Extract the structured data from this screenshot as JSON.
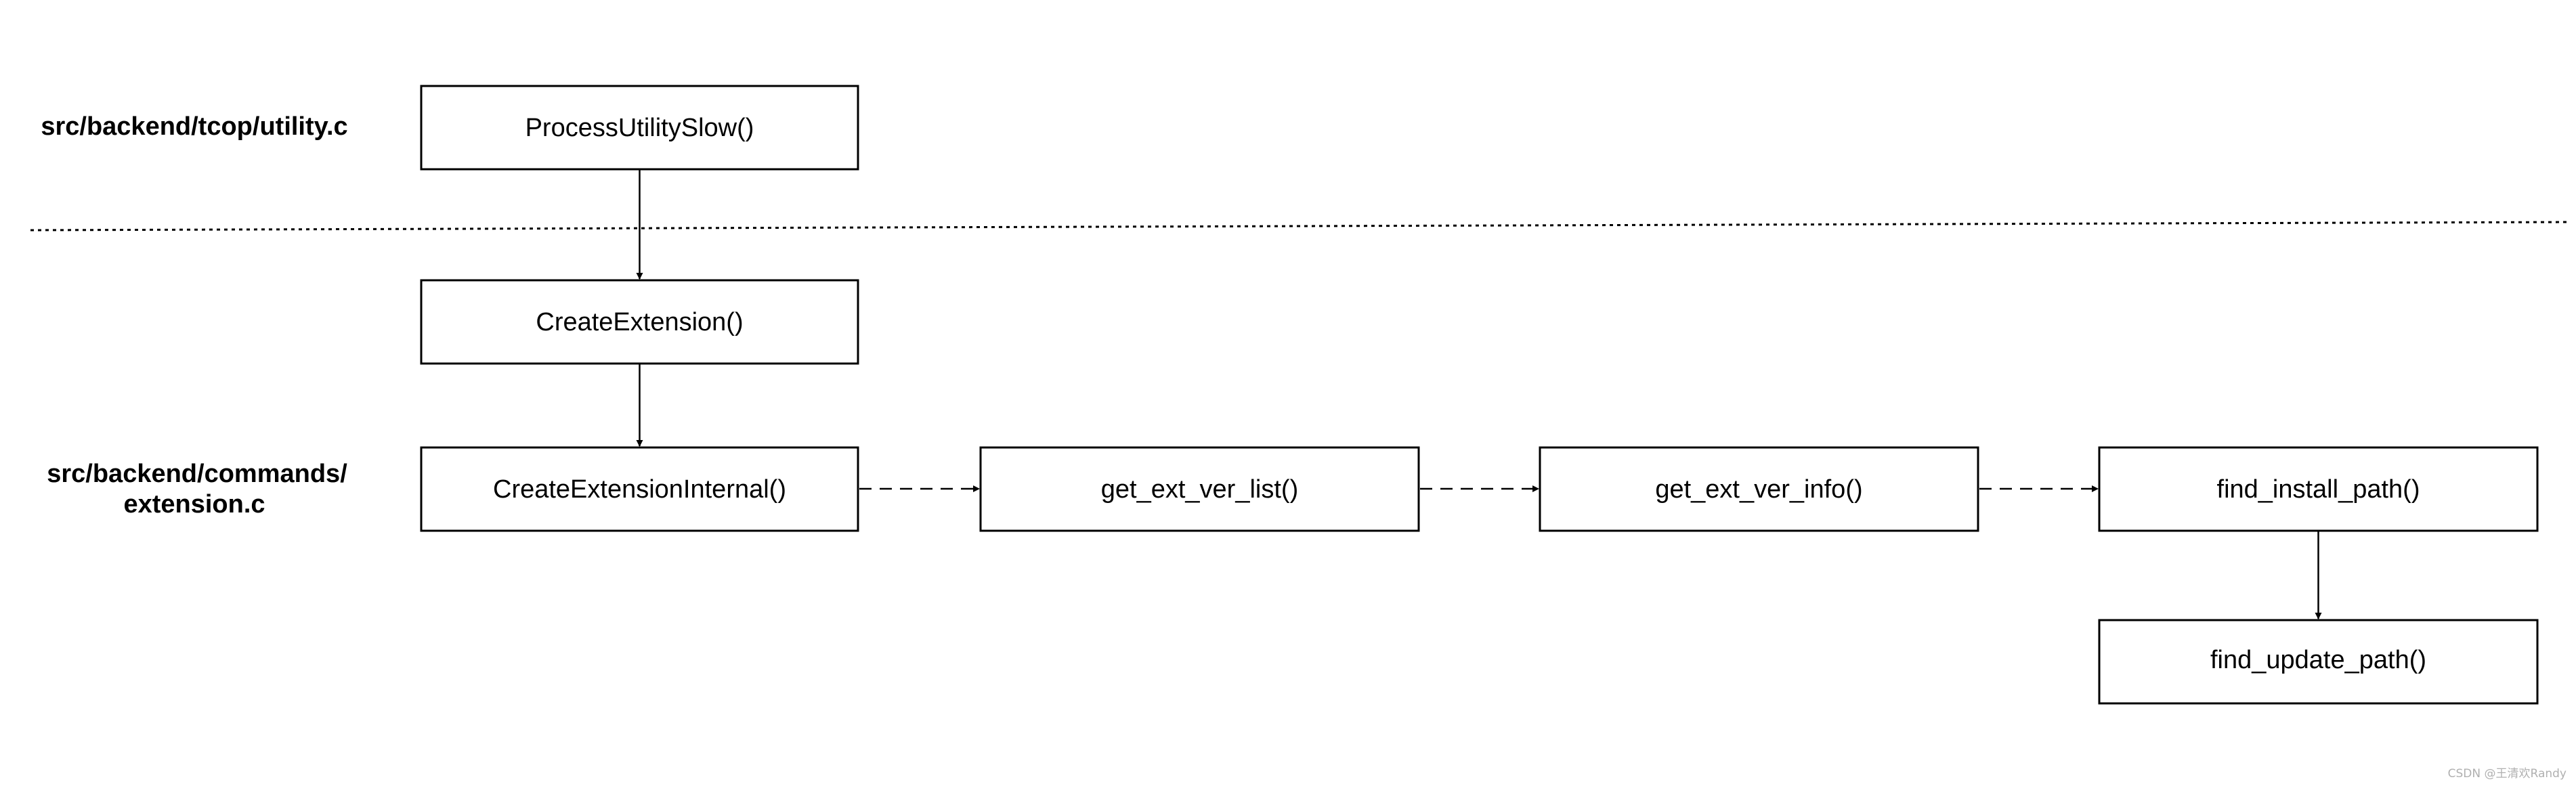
{
  "file_labels": {
    "utility": "src/backend/tcop/utility.c",
    "commands_line1": "src/backend/commands/",
    "commands_line2": "extension.c"
  },
  "nodes": {
    "process_utility_slow": "ProcessUtilitySlow()",
    "create_extension": "CreateExtension()",
    "create_extension_internal": "CreateExtensionInternal()",
    "get_ext_ver_list": "get_ext_ver_list()",
    "get_ext_ver_info": "get_ext_ver_info()",
    "find_install_path": "find_install_path()",
    "find_update_path": "find_update_path()"
  },
  "watermark": "CSDN @王清欢Randy"
}
